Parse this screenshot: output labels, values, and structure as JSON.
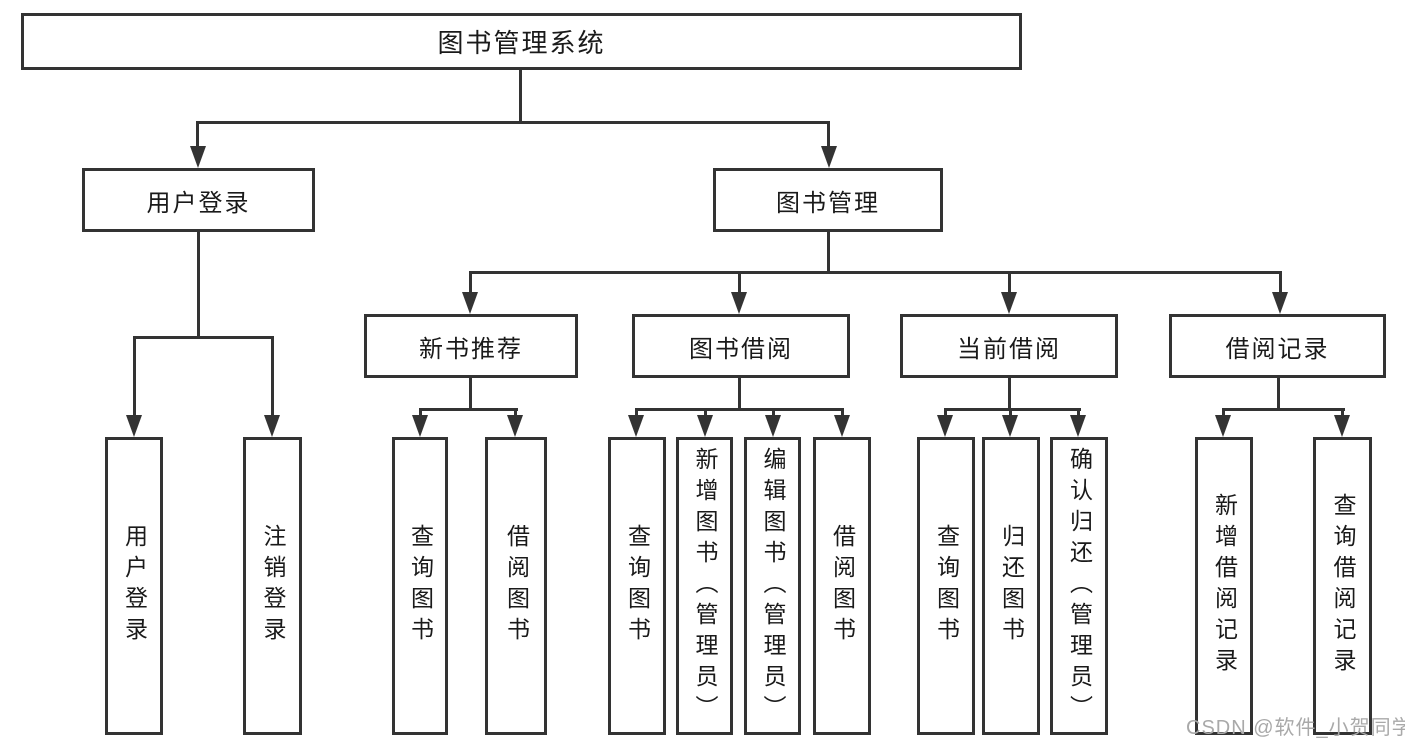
{
  "root": {
    "label": "图书管理系统"
  },
  "branches": {
    "user_login": {
      "label": "用户登录"
    },
    "book_mgmt": {
      "label": "图书管理"
    }
  },
  "modules": {
    "new_books": {
      "label": "新书推荐"
    },
    "borrowing": {
      "label": "图书借阅"
    },
    "current": {
      "label": "当前借阅"
    },
    "records": {
      "label": "借阅记录"
    }
  },
  "leaves": {
    "user_login": [
      "用户登录",
      "注销登录"
    ],
    "new_books": [
      "查询图书",
      "借阅图书"
    ],
    "borrowing": [
      "查询图书",
      "新增图书（管理员）",
      "编辑图书（管理员）",
      "借阅图书"
    ],
    "current": [
      "查询图书",
      "归还图书",
      "确认归还（管理员）"
    ],
    "records": [
      "新增借阅记录",
      "查询借阅记录"
    ]
  },
  "colors": {
    "line": "#333333",
    "text": "#1a1a1a",
    "watermark": "#a9a9a9"
  },
  "watermark": {
    "text": "CSDN @软件_小贺同学"
  }
}
